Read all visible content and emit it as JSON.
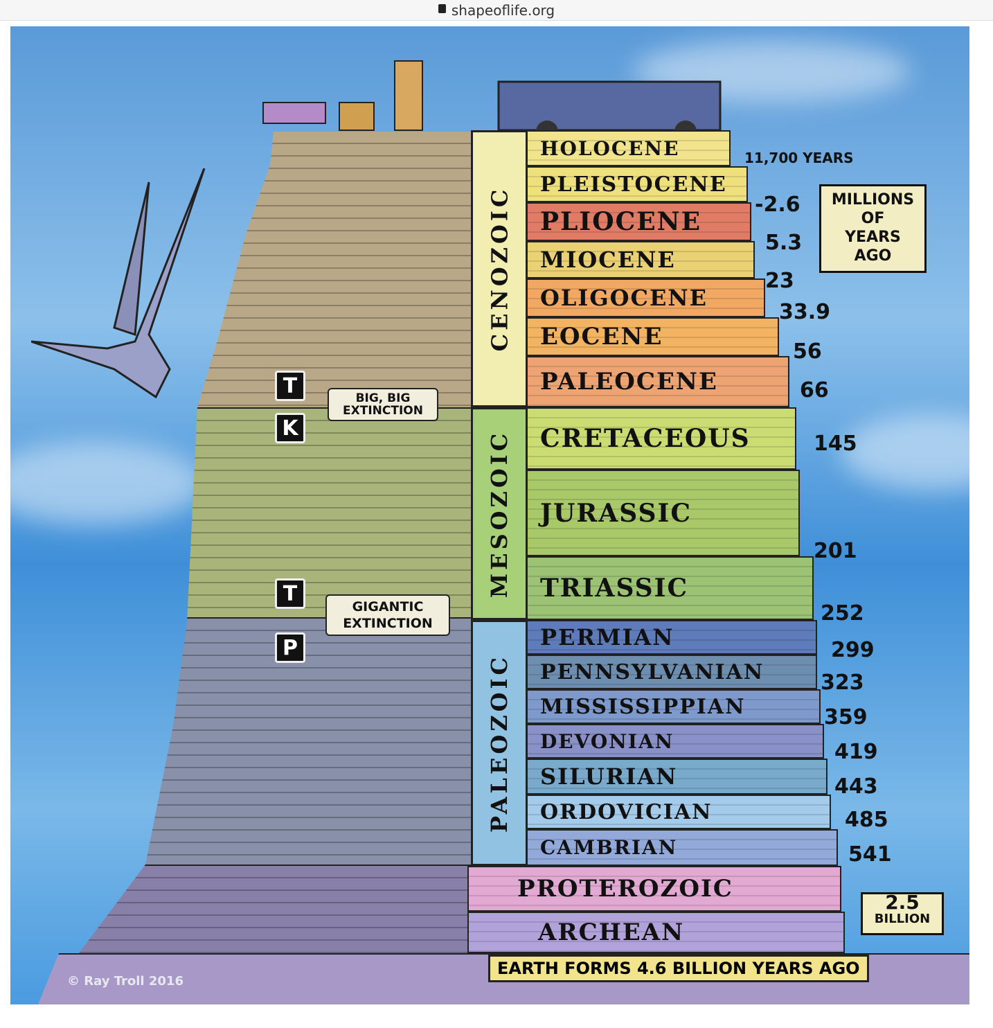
{
  "browser": {
    "url": "shapeoflife.org",
    "lock_icon": "lock-icon"
  },
  "eras": [
    {
      "name": "CENOZOIC",
      "color": "#f2eeb2"
    },
    {
      "name": "MESOZOIC",
      "color": "#a8d078"
    },
    {
      "name": "PALEOZOIC",
      "color": "#92c2e2"
    }
  ],
  "periods": [
    {
      "name": "HOLOCENE",
      "color": "#f1e48c"
    },
    {
      "name": "PLEISTOCENE",
      "color": "#eee07c"
    },
    {
      "name": "PLIOCENE",
      "color": "#e07c66"
    },
    {
      "name": "MIOCENE",
      "color": "#ead274"
    },
    {
      "name": "OLIGOCENE",
      "color": "#f0a862"
    },
    {
      "name": "EOCENE",
      "color": "#f2b462"
    },
    {
      "name": "PALEOCENE",
      "color": "#eea472"
    },
    {
      "name": "CRETACEOUS",
      "color": "#cadc72"
    },
    {
      "name": "JURASSIC",
      "color": "#a8c86a"
    },
    {
      "name": "TRIASSIC",
      "color": "#9cc274"
    },
    {
      "name": "PERMIAN",
      "color": "#5e7cba"
    },
    {
      "name": "PENNSYLVANIAN",
      "color": "#6e8eb0"
    },
    {
      "name": "MISSISSIPPIAN",
      "color": "#7e9acc"
    },
    {
      "name": "DEVONIAN",
      "color": "#8a90c8"
    },
    {
      "name": "SILURIAN",
      "color": "#7aaacb"
    },
    {
      "name": "ORDOVICIAN",
      "color": "#a4cbea"
    },
    {
      "name": "CAMBRIAN",
      "color": "#92a9da"
    },
    {
      "name": "PROTEROZOIC",
      "color": "#e2aad2"
    },
    {
      "name": "ARCHEAN",
      "color": "#b2a2da"
    }
  ],
  "earth_forms": "EARTH FORMS 4.6 BILLION YEARS AGO",
  "ages": [
    "11,700 YEARS",
    "-2.6",
    "5.3",
    "23",
    "33.9",
    "56",
    "66",
    "145",
    "201",
    "252",
    "299",
    "323",
    "359",
    "419",
    "443",
    "485",
    "541"
  ],
  "units_box": [
    "MILLIONS",
    "OF",
    "YEARS",
    "AGO"
  ],
  "billion_box": {
    "value": "2.5",
    "unit": "BILLION"
  },
  "extinctions": [
    {
      "tags": [
        "T",
        "K"
      ],
      "label": "BIG, BIG EXTINCTION"
    },
    {
      "tags": [
        "T",
        "P"
      ],
      "label": "GIGANTIC EXTINCTION"
    }
  ],
  "copyright": "© Ray Troll 2016"
}
